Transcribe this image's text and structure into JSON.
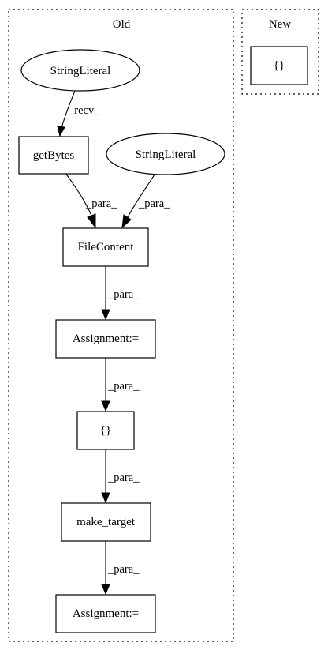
{
  "clusters": {
    "old": {
      "label": "Old"
    },
    "new": {
      "label": "New"
    }
  },
  "nodes": {
    "string_literal_1": "StringLiteral",
    "get_bytes": "getBytes",
    "string_literal_2": "StringLiteral",
    "file_content": "FileContent",
    "assignment_1": "Assignment:=",
    "braces_old": "{}",
    "make_target": "make_target",
    "assignment_2": "Assignment:=",
    "braces_new": "{}"
  },
  "edges": {
    "recv": "_recv_",
    "para_getbytes_filecontent": "_para_",
    "para_literal_filecontent": "_para_",
    "para_filecontent_assignment": "_para_",
    "para_assignment_braces": "_para_",
    "para_braces_maketarget": "_para_",
    "para_maketarget_assignment": "_para_"
  }
}
